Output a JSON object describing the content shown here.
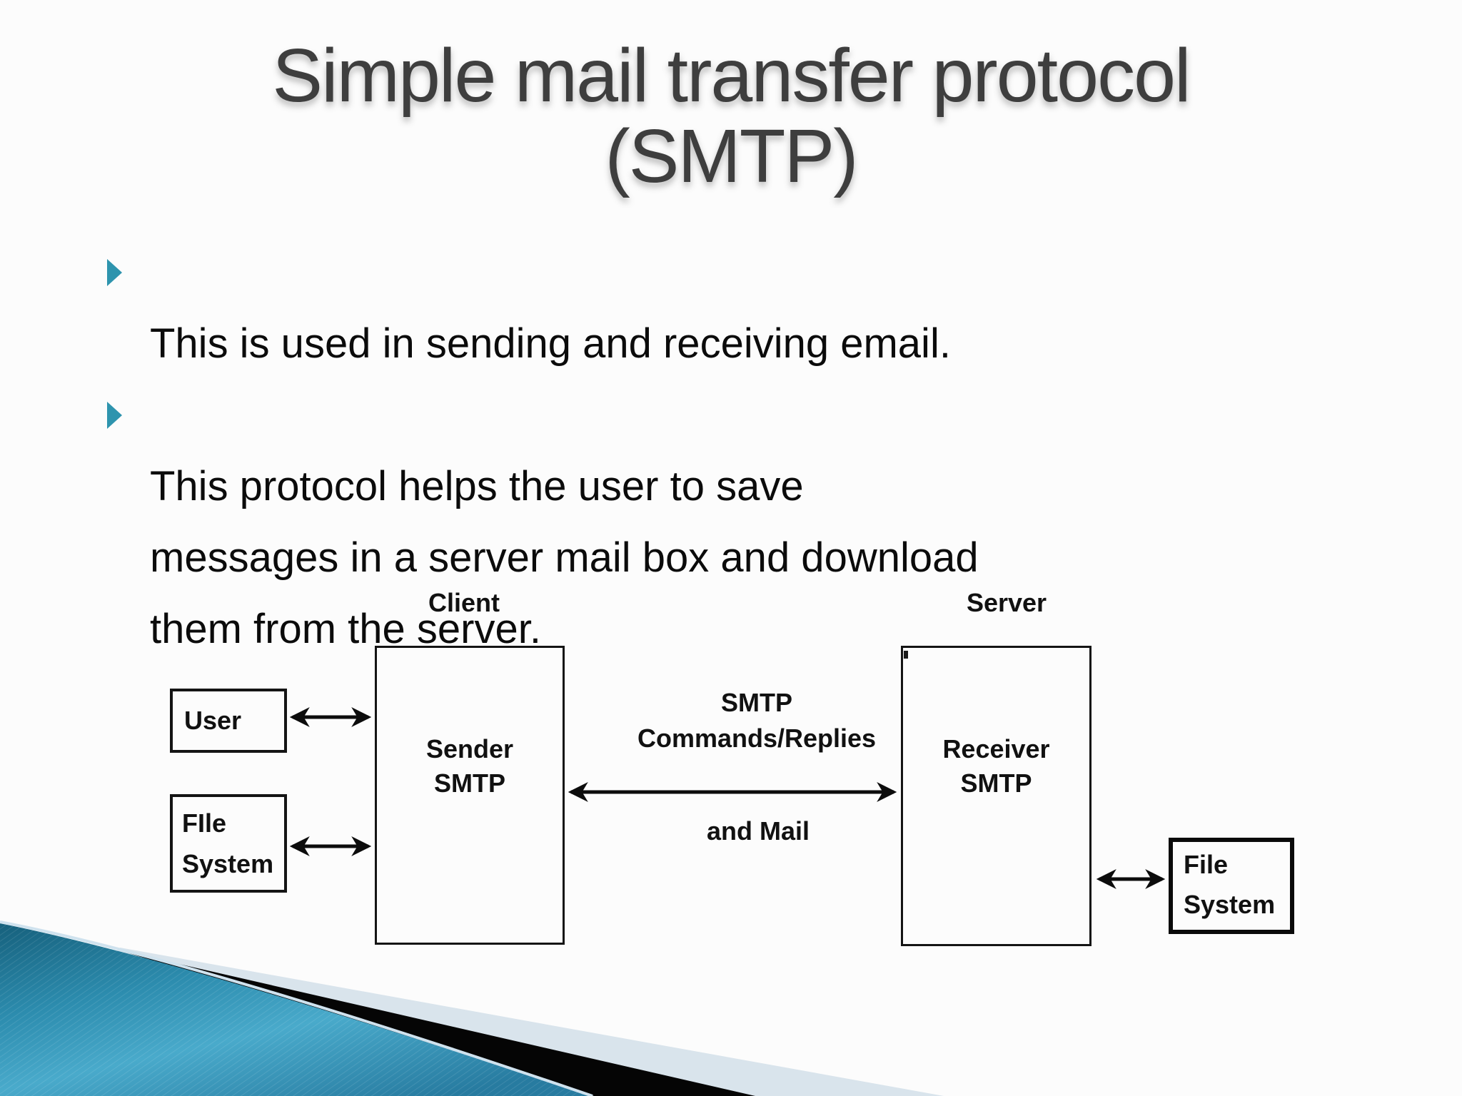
{
  "slide": {
    "title": {
      "line1": "Simple mail transfer protocol",
      "line2": "(SMTP)"
    },
    "bullets": [
      {
        "text": "This is used in sending and receiving email."
      },
      {
        "text": "This protocol helps the user to save\nmessages in a server mail box and download\nthem from the server."
      }
    ]
  },
  "diagram": {
    "client_label": "Client",
    "server_label": "Server",
    "user_box_label": "User",
    "file_system_left_label": "FIle\nSystem",
    "sender_box_label": "Sender\nSMTP",
    "receiver_box_label": "Receiver\nSMTP",
    "file_system_right_label": "File\nSystem",
    "main_arrow_label_top": "SMTP\nCommands/Replies",
    "main_arrow_label_bottom": "and Mail"
  },
  "colors": {
    "title_color": "#3e3e3e",
    "bullet_accent": "#2e94ae",
    "diagram_ink": "#111111",
    "decor_teal_dark": "#16607c",
    "decor_teal_light": "#49aacb",
    "decor_light_band": "#d9e4ec",
    "decor_black": "#050505"
  }
}
